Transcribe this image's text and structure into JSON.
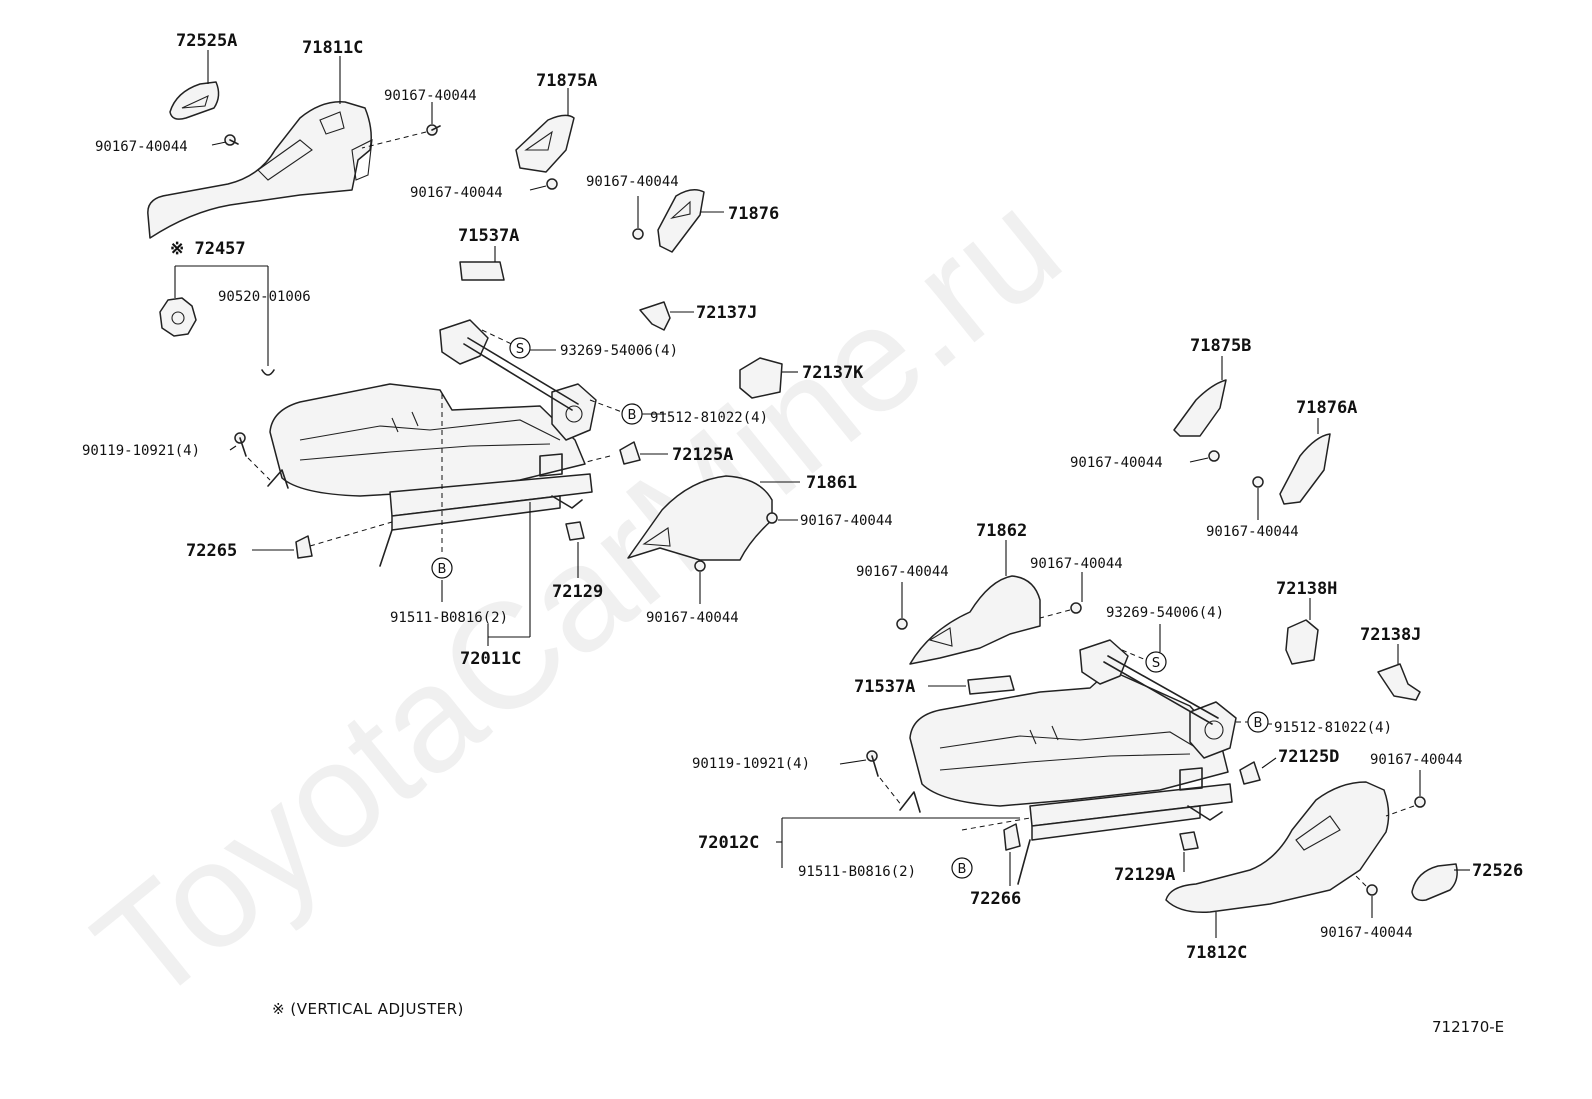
{
  "watermark": "ToyotaCarMine.ru",
  "note": "※ (VERTICAL  ADJUSTER)",
  "diagram_code": "712170-E",
  "labels": {
    "p72525A": "72525A",
    "p71811C": "71811C",
    "b40044_a": "90167-40044",
    "b40044_b": "90167-40044",
    "p71875A": "71875A",
    "b40044_c": "90167-40044",
    "b40044_d": "90167-40044",
    "p71876": "71876",
    "p72457": "※ 72457",
    "p71537A_l": "71537A",
    "p90520": "90520-01006",
    "p72137J": "72137J",
    "p93269_l": "93269-54006(4)",
    "p72137K": "72137K",
    "p91512_l": "91512-81022(4)",
    "p90119_l": "90119-10921(4)",
    "p72125A": "72125A",
    "p71861": "71861",
    "b40044_e": "90167-40044",
    "p72265": "72265",
    "p72129": "72129",
    "b40044_f": "90167-40044",
    "p91511_l": "91511-B0816(2)",
    "p72011C": "72011C",
    "p71875B": "71875B",
    "p71876A": "71876A",
    "b40044_g": "90167-40044",
    "b40044_h": "90167-40044",
    "p71862": "71862",
    "b40044_i": "90167-40044",
    "b40044_j": "90167-40044",
    "p93269_r": "93269-54006(4)",
    "p72138H": "72138H",
    "p72138J": "72138J",
    "p71537A_r": "71537A",
    "p91512_r": "91512-81022(4)",
    "p90119_r": "90119-10921(4)",
    "p72125D": "72125D",
    "b40044_k": "90167-40044",
    "p72012C": "72012C",
    "p91511_r": "91511-B0816(2)",
    "p72266": "72266",
    "p72129A": "72129A",
    "p72526": "72526",
    "b40044_l": "90167-40044",
    "p71812C": "71812C"
  },
  "marks": {
    "S": "S",
    "B": "B"
  }
}
